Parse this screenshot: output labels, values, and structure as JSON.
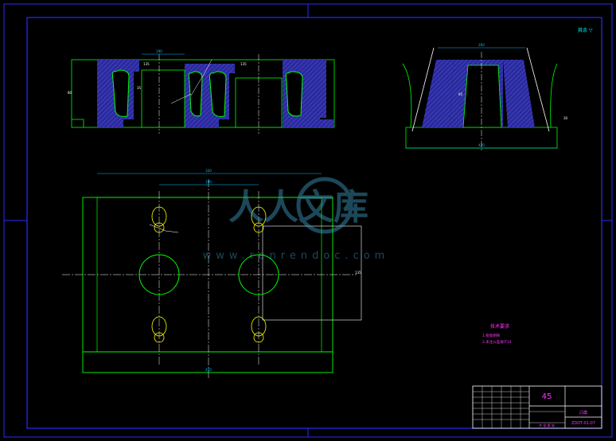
{
  "drawing": {
    "corner_note": "其余 ▽",
    "front_dims": {
      "top_width": "190",
      "slot_left": "135",
      "slot_right": "135",
      "height": "80",
      "inner": "35"
    },
    "side_dims": {
      "top_width": "260",
      "bottom_width": "420",
      "height": "95",
      "right": "30"
    },
    "plan_dims": {
      "overall": "320",
      "hole_pitch": "190",
      "bottom": "450",
      "right": "135"
    }
  },
  "notes": {
    "title": "技术要求",
    "line1": "1.锐角倒钝",
    "line2": "2.未注公差按IT14"
  },
  "title_block": {
    "material": "45",
    "part_name": "凸模",
    "drawing_no": "ZDDT-01-07",
    "sheet": "共 张 第 张"
  },
  "watermark": {
    "brand": "人人文库",
    "url": "www.renrendoc.com"
  },
  "colors": {
    "border": "#2a2aff",
    "line": "#00ff00",
    "hatch": "#3333cc",
    "dim": "#00c0ff",
    "text": "#ff33ff",
    "white": "#ffffff",
    "yellow": "#ffff00"
  }
}
